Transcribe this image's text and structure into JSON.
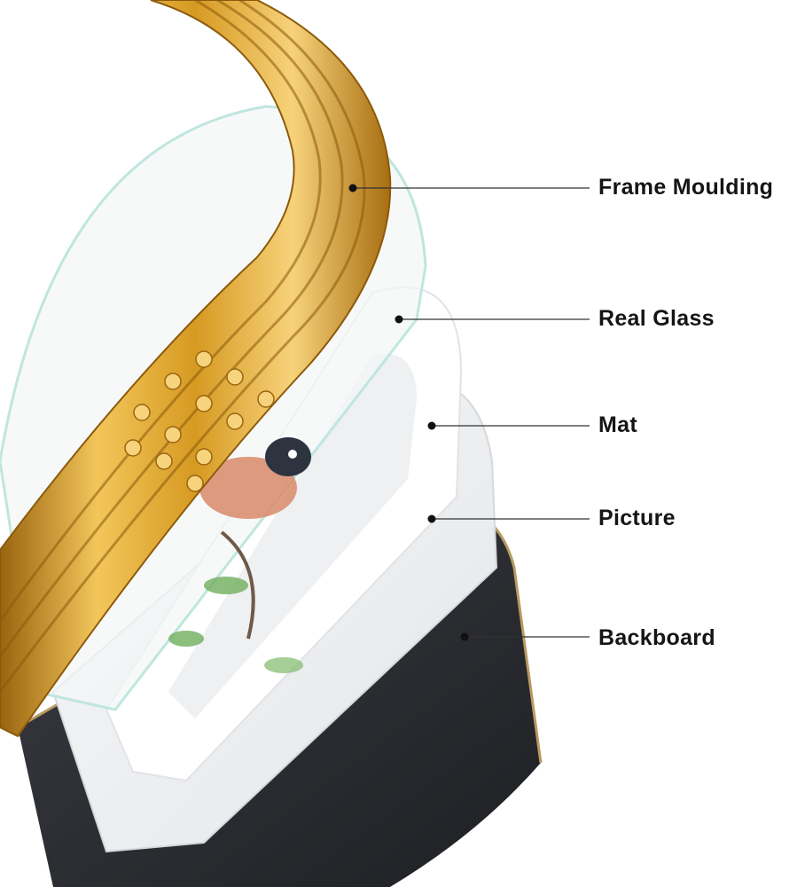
{
  "callouts": {
    "frame_moulding": "Frame Moulding",
    "real_glass": "Real Glass",
    "mat": "Mat",
    "picture": "Picture",
    "backboard": "Backboard"
  },
  "colors": {
    "gold_light": "#f3c65a",
    "gold_mid": "#d69a22",
    "gold_dark": "#9a6410",
    "backboard": "#2a2c31",
    "mat": "#ffffff",
    "picture_paper": "#e9eaec",
    "glass_edge": "#bfe6df",
    "leader_line": "#333333"
  }
}
